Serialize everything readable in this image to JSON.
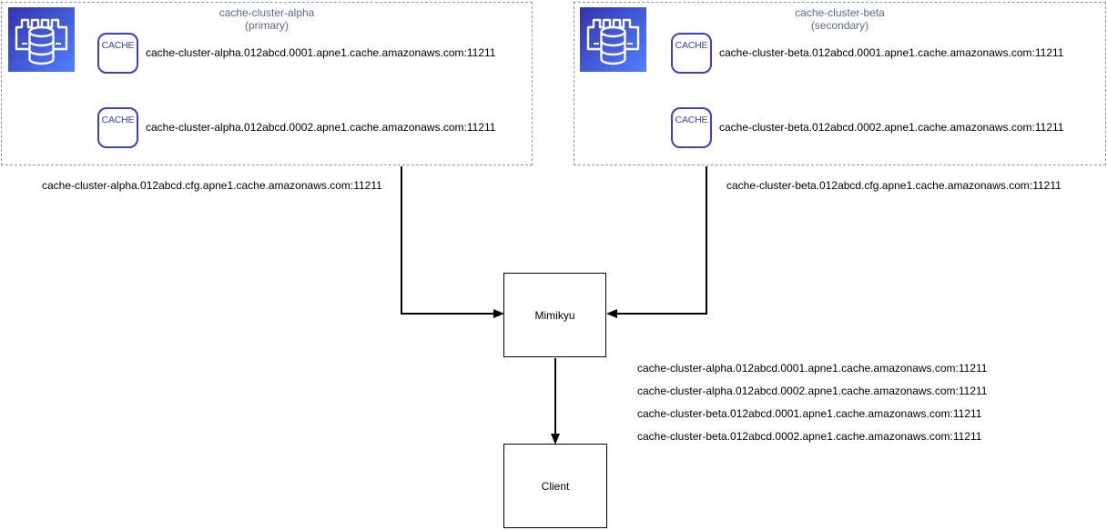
{
  "clusters": [
    {
      "title": "cache-cluster-alpha",
      "subtitle": "(primary)",
      "icon": "elasticache-icon",
      "nodes": [
        {
          "badge": "CACHE",
          "endpoint": "cache-cluster-alpha.012abcd.0001.apne1.cache.amazonaws.com:11211"
        },
        {
          "badge": "CACHE",
          "endpoint": "cache-cluster-alpha.012abcd.0002.apne1.cache.amazonaws.com:11211"
        }
      ],
      "config_endpoint": "cache-cluster-alpha.012abcd.cfg.apne1.cache.amazonaws.com:11211"
    },
    {
      "title": "cache-cluster-beta",
      "subtitle": "(secondary)",
      "icon": "elasticache-icon",
      "nodes": [
        {
          "badge": "CACHE",
          "endpoint": "cache-cluster-beta.012abcd.0001.apne1.cache.amazonaws.com:11211"
        },
        {
          "badge": "CACHE",
          "endpoint": "cache-cluster-beta.012abcd.0002.apne1.cache.amazonaws.com:11211"
        }
      ],
      "config_endpoint": "cache-cluster-beta.012abcd.cfg.apne1.cache.amazonaws.com:11211"
    }
  ],
  "proxy": {
    "label": "Mimikyu",
    "endpoints": [
      "cache-cluster-alpha.012abcd.0001.apne1.cache.amazonaws.com:11211",
      "cache-cluster-alpha.012abcd.0002.apne1.cache.amazonaws.com:11211",
      "cache-cluster-beta.012abcd.0001.apne1.cache.amazonaws.com:11211",
      "cache-cluster-beta.012abcd.0002.apne1.cache.amazonaws.com:11211"
    ]
  },
  "client": {
    "label": "Client"
  },
  "colors": {
    "accent_blue": "#3742c8",
    "icon_gradient_start": "#3334ad",
    "icon_gradient_end": "#527fff",
    "cluster_title_text": "#5a6b8c",
    "cluster_border": "#8a99b0",
    "connector": "#000000"
  }
}
